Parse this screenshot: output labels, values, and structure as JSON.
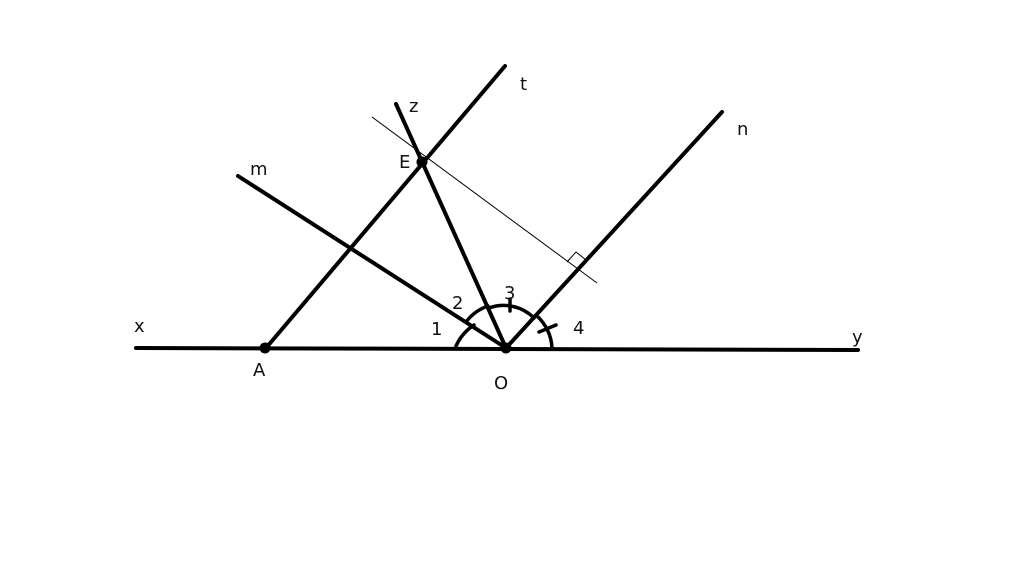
{
  "diagram": {
    "points": {
      "A": "A",
      "E": "E",
      "O": "O"
    },
    "rays": {
      "x": "x",
      "y": "y",
      "t": "t",
      "z": "z",
      "m": "m",
      "n": "n"
    },
    "angles": {
      "a1": "1",
      "a2": "2",
      "a3": "3",
      "a4": "4"
    }
  }
}
